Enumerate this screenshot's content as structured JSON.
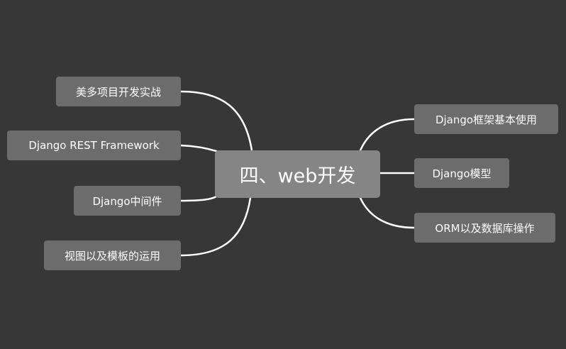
{
  "colors": {
    "background": "#373737",
    "central_node": "#858585",
    "child_node": "#6c6c6c",
    "connector": "#ffffff",
    "text": "#ffffff"
  },
  "mindmap": {
    "central": "四、web开发",
    "left_branches": [
      "美多项目开发实战",
      "Django REST Framework",
      "Django中间件",
      "视图以及模板的运用"
    ],
    "right_branches": [
      "Django框架基本使用",
      "Django模型",
      "ORM以及数据库操作"
    ]
  }
}
